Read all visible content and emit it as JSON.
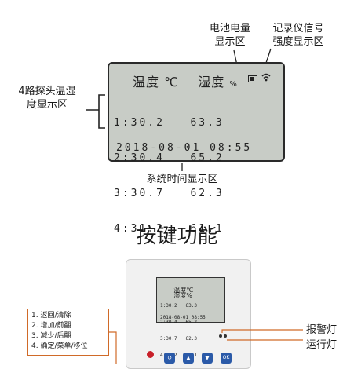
{
  "labels": {
    "battery": [
      "电池电量",
      "显示区"
    ],
    "signal": [
      "记录仪信号",
      "强度显示区"
    ],
    "probes": [
      "4路探头温湿",
      "度显示区"
    ],
    "time": "系统时间显示区",
    "alarm_light": "报警灯",
    "run_light": "运行灯"
  },
  "lcd": {
    "temp_header": "温度",
    "temp_unit": "℃",
    "hum_header": "湿度",
    "hum_unit": "%",
    "rows": [
      {
        "id": "1:",
        "temp": "30.2",
        "hum": "63.3"
      },
      {
        "id": "2:",
        "temp": "30.4",
        "hum": "65.2"
      },
      {
        "id": "3:",
        "temp": "30.7",
        "hum": "62.3"
      },
      {
        "id": "4:",
        "temp": "31.2",
        "hum": "61.1"
      }
    ],
    "datetime": "2018-08-01 08:55"
  },
  "section_title": "按键功能",
  "mini_lcd": {
    "temp_header": "温度",
    "temp_unit": "℃",
    "hum_header": "湿度",
    "hum_unit": "%",
    "rows": [
      "1:30.2   63.3",
      "2:30.4   65.2",
      "3:30.7   62.3",
      "4:31.2   61.1"
    ],
    "datetime": "2018-08-01 08:55"
  },
  "keys": [
    "1. 返回/清除",
    "2. 增加/前翻",
    "3. 减少/后翻",
    "4. 确定/菜单/移位"
  ],
  "buttons": [
    "↺",
    "▲",
    "▼",
    "OK"
  ],
  "colors": {
    "accent_line": "#d06a28",
    "button": "#2b5aa8",
    "lcd_bg": "#c8ccc6"
  }
}
